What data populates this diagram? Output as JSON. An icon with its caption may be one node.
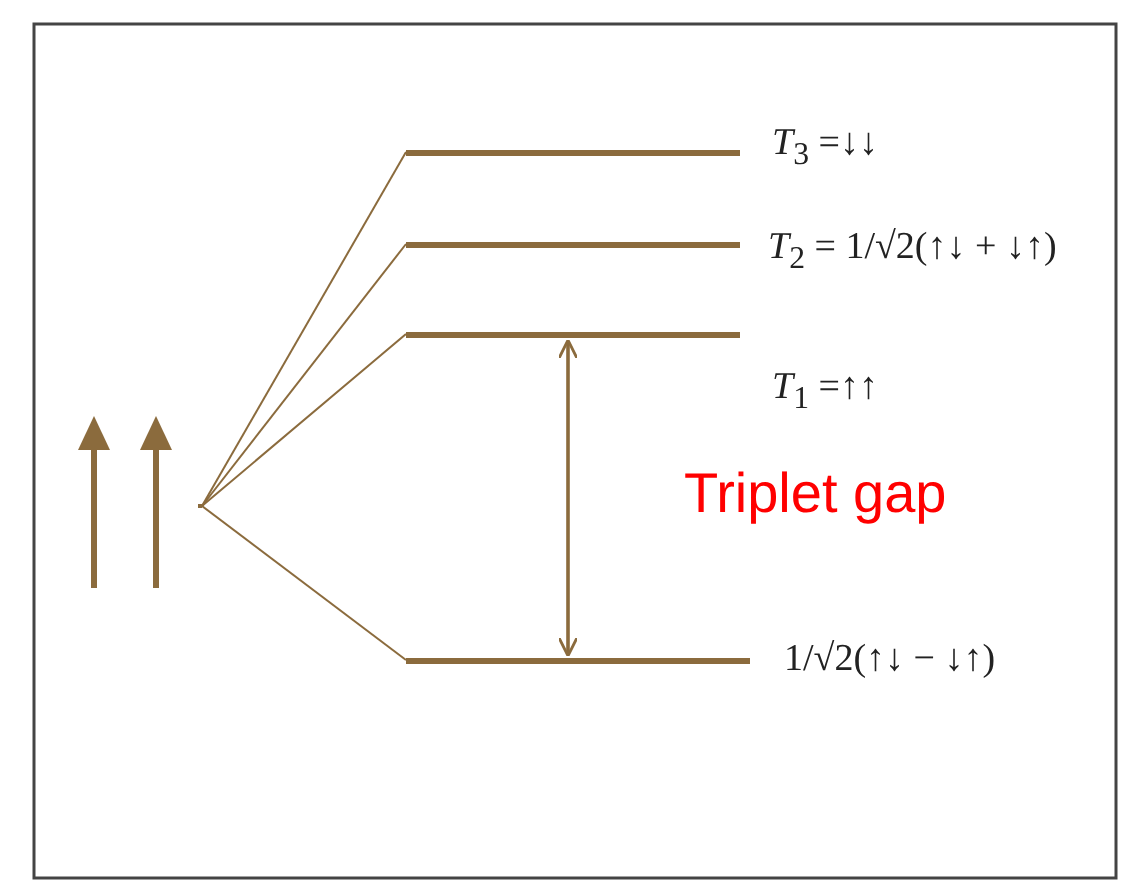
{
  "diagram": {
    "nodes": [
      {
        "text": [],
        "shape": "point"
      },
      {
        "text": [],
        "shape": "bar",
        "beside": [
          "*T*$_{3}$ =↓↓"
        ]
      },
      {
        "text": [],
        "shape": "bar",
        "beside": [
          "*T*$_{2}$ = 1/√2(↑↓ + ↓↑)"
        ]
      },
      {
        "text": [],
        "shape": "bar",
        "beside": [
          "*T*$_{1}$ =↑↑"
        ]
      },
      {
        "text": [],
        "shape": "bar",
        "beside": [
          "1/√2(↑↓ − ↓↑)"
        ]
      }
    ],
    "edges": [
      {
        "from": 0,
        "to": 1,
        "arrow": "none"
      },
      {
        "from": 0,
        "to": 2,
        "arrow": "none"
      },
      {
        "from": 0,
        "to": 3,
        "arrow": "none"
      },
      {
        "from": 0,
        "to": 4,
        "arrow": "none"
      },
      {
        "from": 3,
        "to": 4,
        "arrow": "both",
        "label": "Triplet gap"
      }
    ]
  }
}
